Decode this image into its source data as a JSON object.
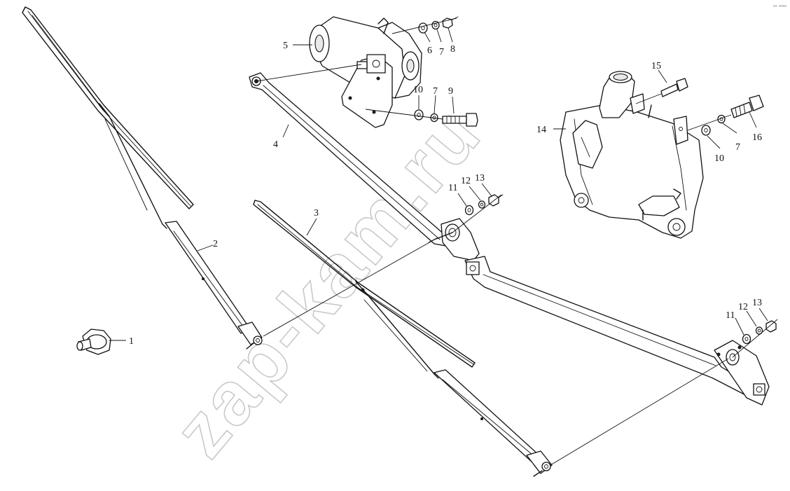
{
  "watermark": "zap-kam.ru",
  "corner_mark": "ᵉᵒ ʷʷʷ",
  "callouts": {
    "c1": "1",
    "c2": "2",
    "c3": "3",
    "c4": "4",
    "c5": "5",
    "c6": "6",
    "c7a": "7",
    "c8": "8",
    "c10a": "10",
    "c7b": "7",
    "c9": "9",
    "c15": "15",
    "c14": "14",
    "c10b": "10",
    "c7c": "7",
    "c16": "16",
    "c11a": "11",
    "c12a": "12",
    "c13a": "13",
    "c11b": "11",
    "c12b": "12",
    "c13b": "13"
  },
  "colors": {
    "line": "#111111",
    "watermark": "#c9c9c9",
    "background": "#ffffff"
  }
}
